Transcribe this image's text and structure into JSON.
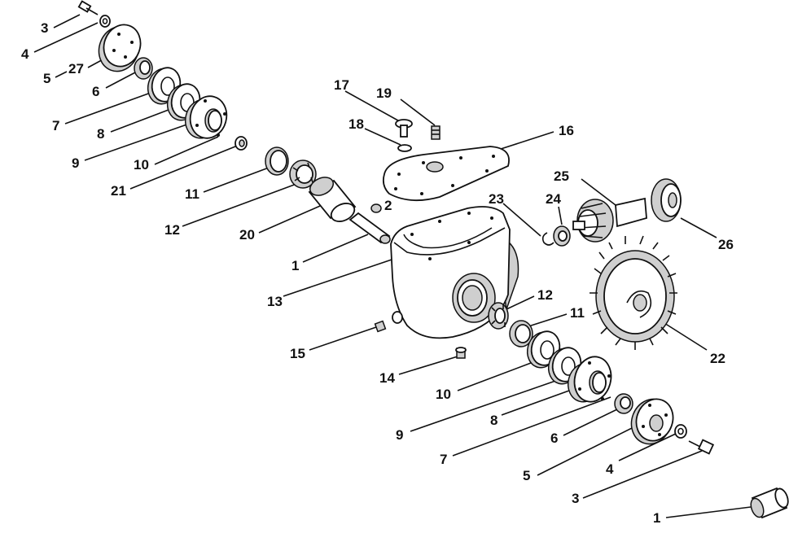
{
  "callouts": [
    "3",
    "4",
    "5",
    "27",
    "6",
    "7",
    "8",
    "9",
    "10",
    "21",
    "11",
    "12",
    "20",
    "1",
    "2",
    "13",
    "15",
    "17",
    "18",
    "19",
    "16",
    "23",
    "24",
    "25",
    "26",
    "12",
    "11",
    "22",
    "14",
    "10",
    "9",
    "8",
    "7",
    "6",
    "5",
    "4",
    "3",
    "1"
  ],
  "colors": {
    "ink": "#111111",
    "shade": "#cfcfcf",
    "paper": "#ffffff"
  }
}
